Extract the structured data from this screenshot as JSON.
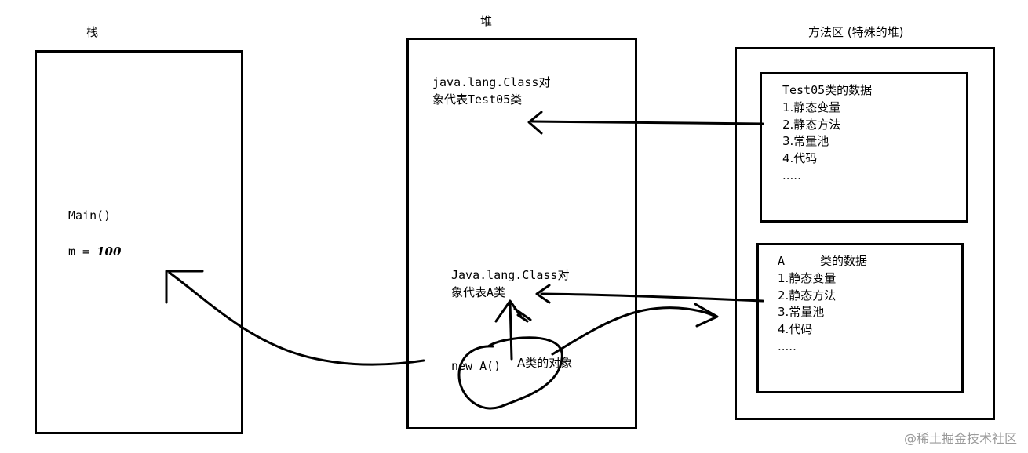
{
  "stack": {
    "title": "栈",
    "main_label": "Main()",
    "var_label": "m = ",
    "var_value": "100"
  },
  "heap": {
    "title": "堆",
    "class_obj_test05": [
      "java.lang.Class对",
      "象代表Test05类"
    ],
    "class_obj_a": [
      "Java.lang.Class对",
      "象代表A类"
    ],
    "new_a": "new A()",
    "a_instance": "A类的对象"
  },
  "method_area": {
    "title": "方法区 (特殊的堆)",
    "test05_data": {
      "heading": "Test05类的数据",
      "items": [
        "1.静态变量",
        "2.静态方法",
        "3.常量池",
        "4.代码",
        "....."
      ]
    },
    "a_data": {
      "heading_prefix": "A",
      "heading": "类的数据",
      "items": [
        "1.静态变量",
        "2.静态方法",
        "3.常量池",
        "4.代码",
        "....."
      ]
    }
  },
  "watermark": "@稀土掘金技术社区"
}
